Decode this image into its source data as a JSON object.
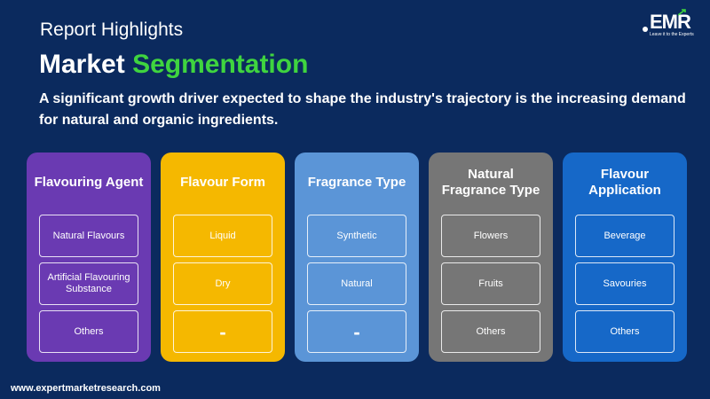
{
  "header": {
    "kicker": "Report Highlights",
    "title_part1": "Market",
    "title_part2": "Segmentation",
    "description": "A significant growth driver expected to shape the industry's trajectory is the increasing demand for natural and organic ingredients."
  },
  "logo": {
    "text": "EMR",
    "tagline": "Leave it to the Experts"
  },
  "cards": [
    {
      "title": "Flavouring Agent",
      "items": [
        "Natural Flavours",
        "Artificial Flavouring Substance",
        "Others"
      ],
      "color": "#6a3ab2"
    },
    {
      "title": "Flavour Form",
      "items": [
        "Liquid",
        "Dry",
        "-"
      ],
      "color": "#f5b800"
    },
    {
      "title": "Fragrance Type",
      "items": [
        "Synthetic",
        "Natural",
        "-"
      ],
      "color": "#5b95d7"
    },
    {
      "title": "Natural Fragrance Type",
      "items": [
        "Flowers",
        "Fruits",
        "Others"
      ],
      "color": "#767676"
    },
    {
      "title": "Flavour Application",
      "items": [
        "Beverage",
        "Savouries",
        "Others"
      ],
      "color": "#1668c8"
    }
  ],
  "footer": {
    "website": "www.expertmarketresearch.com"
  }
}
